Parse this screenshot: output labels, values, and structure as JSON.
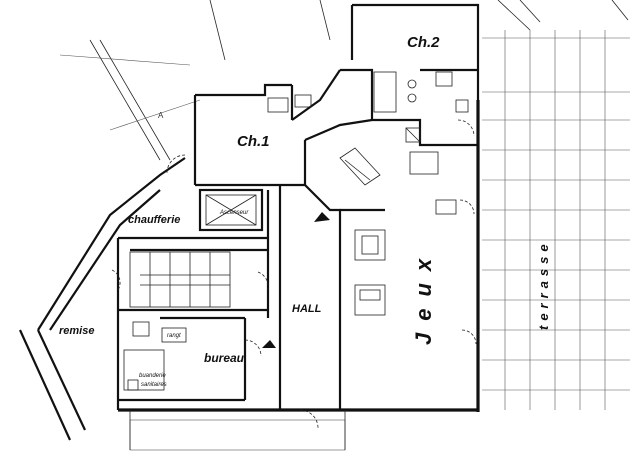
{
  "rooms": {
    "ch2": "Ch.2",
    "ch1": "Ch.1",
    "ascenseur": "Ascenseur",
    "chaufferie": "chaufferie",
    "hall": "HALL",
    "jeux": "Jeux",
    "terrasse": "terrasse",
    "remise": "remise",
    "bureau": "bureau",
    "buanderie": "buanderie",
    "sanitaires": "sanitaires",
    "rangt": "rangt",
    "stair_letter_a": "A"
  },
  "colors": {
    "ink": "#111111",
    "paper": "#ffffff"
  }
}
